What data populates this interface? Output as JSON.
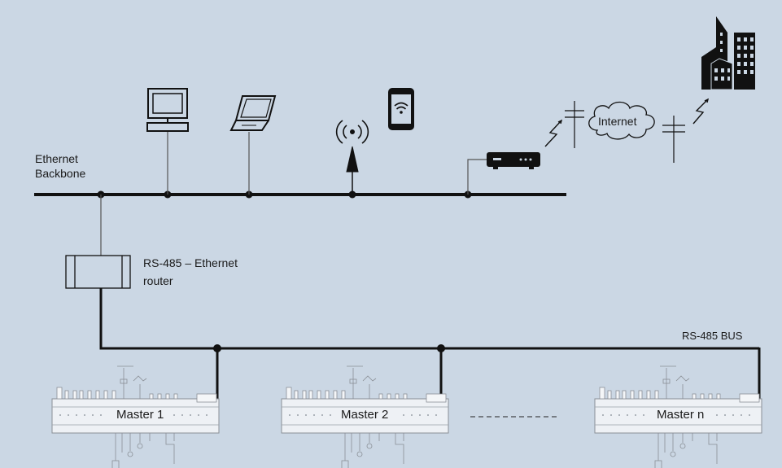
{
  "labels": {
    "backbone_line1": "Ethernet",
    "backbone_line2": "Backbone",
    "router_line1": "RS-485 – Ethernet",
    "router_line2": "router",
    "internet": "Internet",
    "bus": "RS-485 BUS"
  },
  "masters": [
    {
      "label": "Master 1"
    },
    {
      "label": "Master 2"
    },
    {
      "label": "Master n"
    }
  ],
  "icons": [
    "desktop-computer-icon",
    "laptop-icon",
    "wireless-antenna-icon",
    "smartphone-icon",
    "modem-icon",
    "utility-pole-icon",
    "lightning-link-icon",
    "cloud-icon",
    "office-building-icon"
  ],
  "colors": {
    "background": "#cbd7e4",
    "line": "#111111",
    "thin_line": "#555555",
    "module_fill": "#eef1f5",
    "module_stroke": "#8a8f96"
  }
}
